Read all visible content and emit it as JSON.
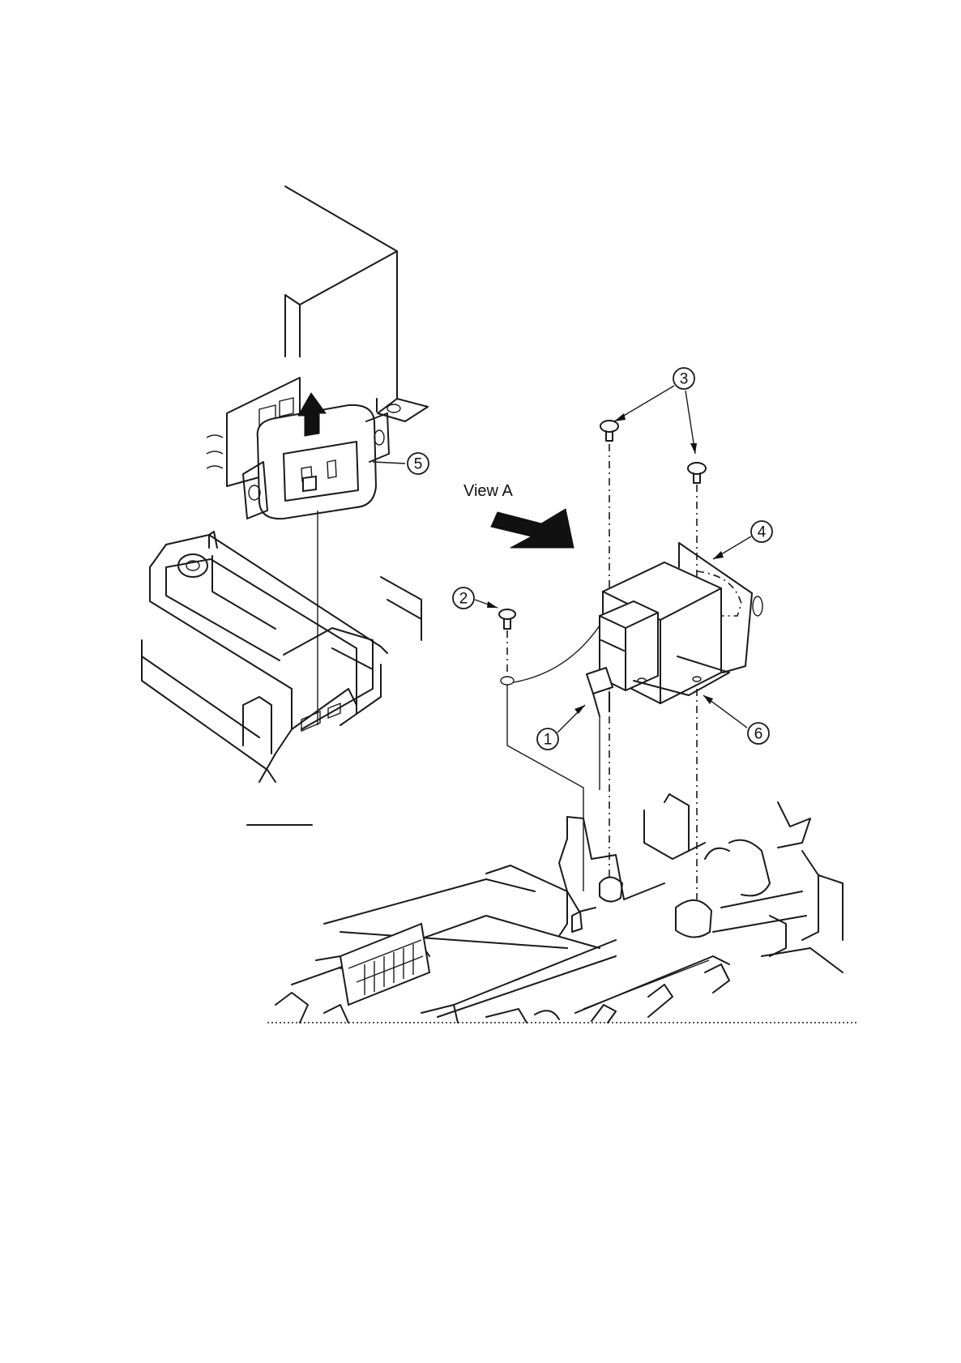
{
  "view_label": "View  A",
  "callouts": {
    "c1": "1",
    "c2": "2",
    "c3": "3",
    "c4": "4",
    "c5": "5",
    "c6": "6"
  },
  "parts": {
    "c1": "clip",
    "c2": "ground screw",
    "c3": "screws",
    "c4": "board",
    "c5": "AC inlet",
    "c6": "transformer"
  }
}
